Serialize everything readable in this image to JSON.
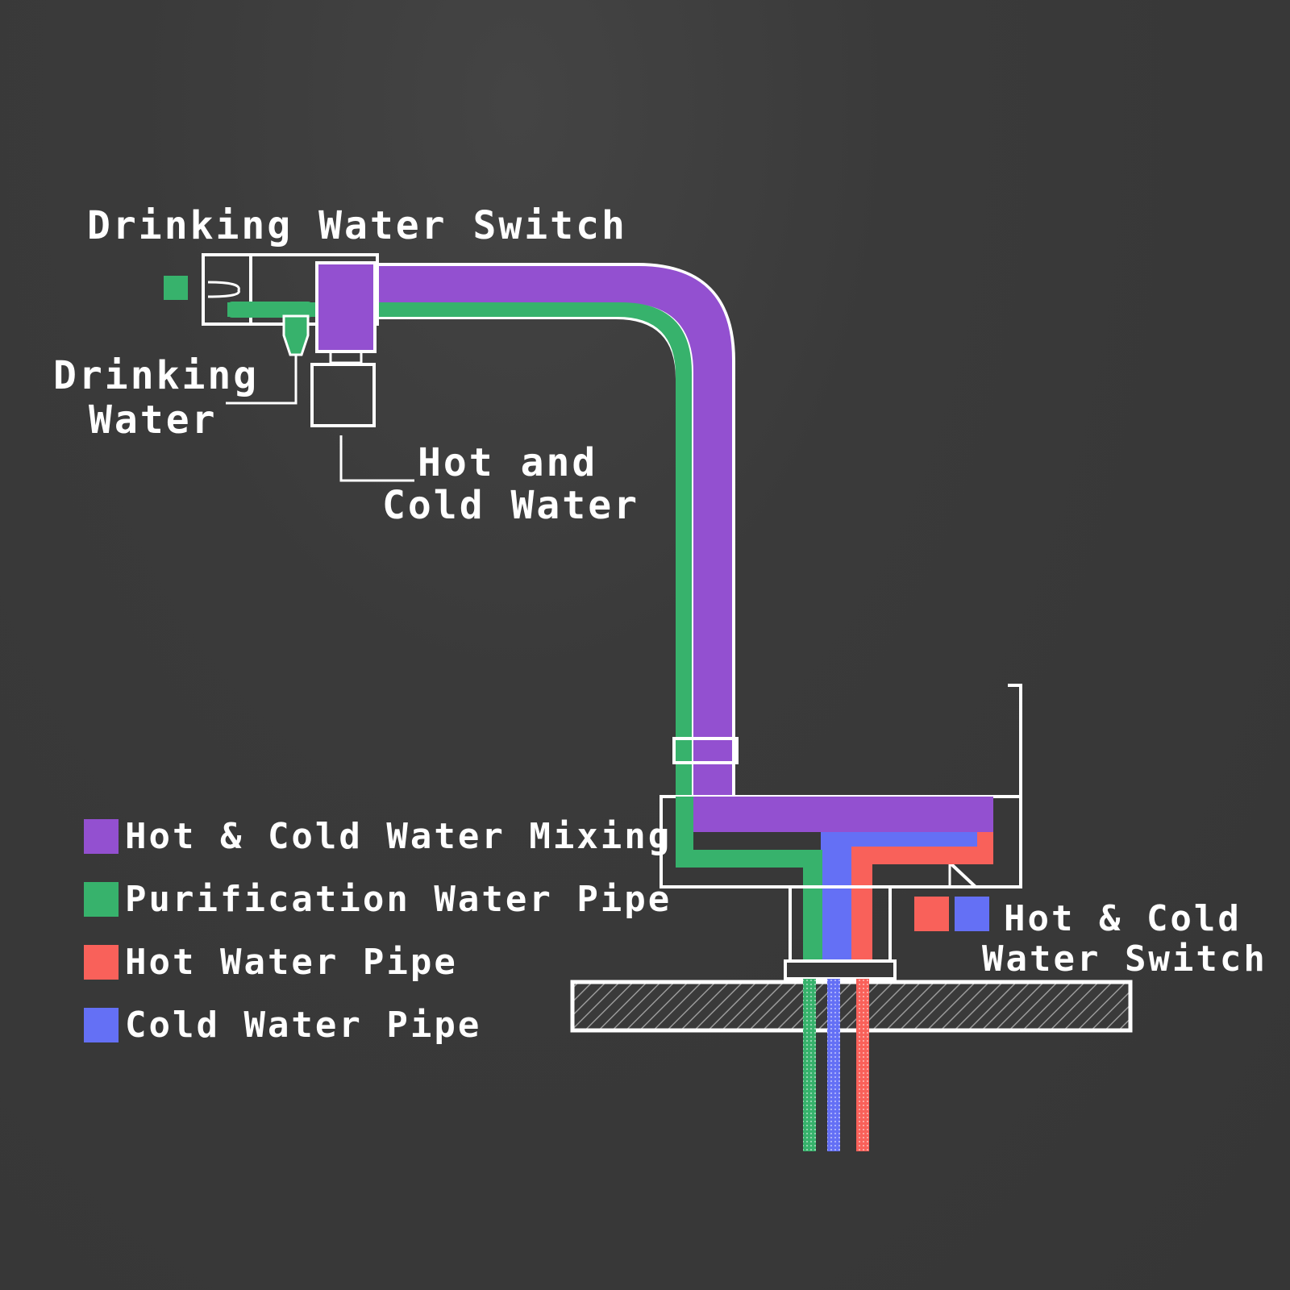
{
  "labels": {
    "drinking_water_switch": "Drinking Water Switch",
    "drinking_water_line1": "Drinking",
    "drinking_water_line2": "Water",
    "hot_cold_water_line1": "Hot and",
    "hot_cold_water_line2": "Cold Water",
    "hot_cold_switch_line1": "Hot & Cold",
    "hot_cold_switch_line2": "Water Switch"
  },
  "legend": [
    {
      "label": "Hot & Cold Water Mixing",
      "color": "#9350d0"
    },
    {
      "label": "Purification Water Pipe",
      "color": "#37b26c"
    },
    {
      "label": "Hot Water Pipe",
      "color": "#f9615a"
    },
    {
      "label": "Cold Water Pipe",
      "color": "#6470f5"
    }
  ],
  "colors": {
    "background": "#383838",
    "outline": "#ffffff",
    "mixing": "#9350d0",
    "purification": "#37b26c",
    "hot": "#f9615a",
    "cold": "#6470f5"
  }
}
